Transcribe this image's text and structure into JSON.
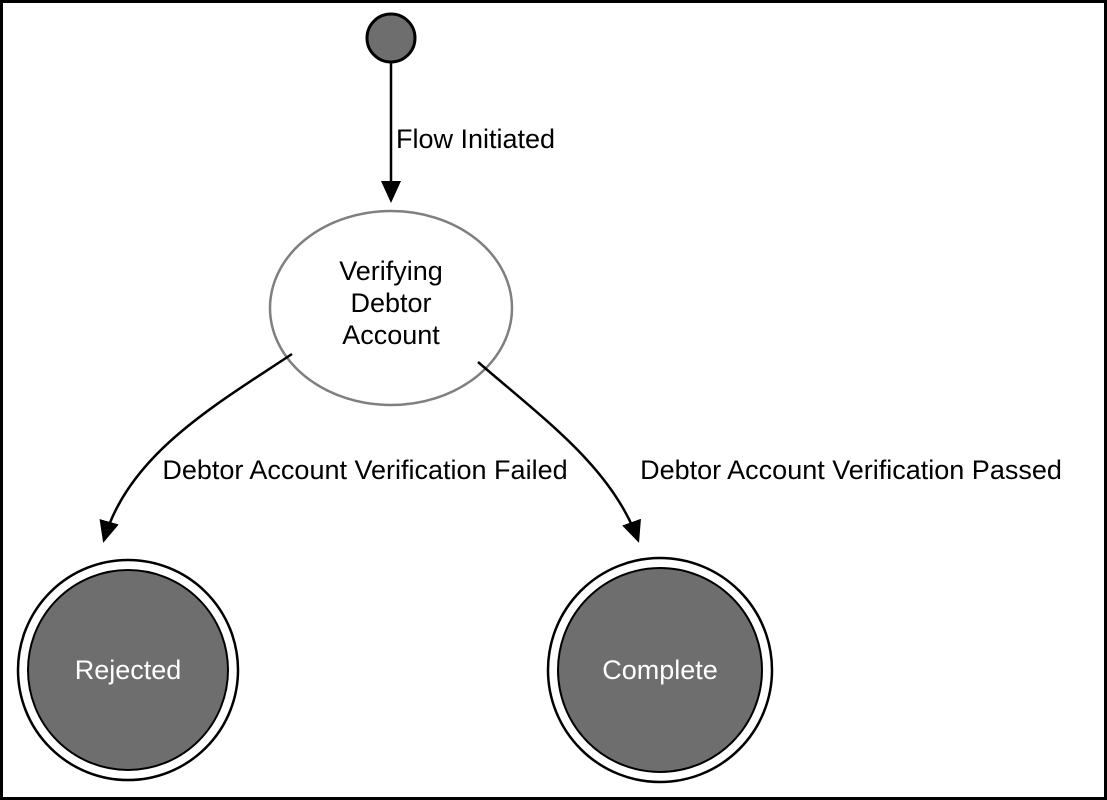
{
  "diagram": {
    "type": "state-machine",
    "colors": {
      "background": "#ffffff",
      "border": "#000000",
      "node_fill_dark": "#6e6e6e",
      "node_stroke_black": "#000000",
      "ellipse_stroke": "#7f7f7f",
      "ellipse_fill": "#ffffff",
      "edge": "#000000",
      "label_dark": "#000000",
      "label_light": "#ffffff"
    },
    "initial_state": {
      "name": "initial"
    },
    "states": {
      "verifying": {
        "label": "Verifying Debtor Account",
        "lines": [
          "Verifying",
          "Debtor",
          "Account"
        ],
        "kind": "intermediate"
      },
      "rejected": {
        "label": "Rejected",
        "kind": "final"
      },
      "complete": {
        "label": "Complete",
        "kind": "final"
      }
    },
    "transitions": [
      {
        "from": "initial",
        "to": "verifying",
        "label": "Flow Initiated"
      },
      {
        "from": "verifying",
        "to": "rejected",
        "label": "Debtor Account Verification Failed"
      },
      {
        "from": "verifying",
        "to": "complete",
        "label": "Debtor Account Verification Passed"
      }
    ]
  }
}
